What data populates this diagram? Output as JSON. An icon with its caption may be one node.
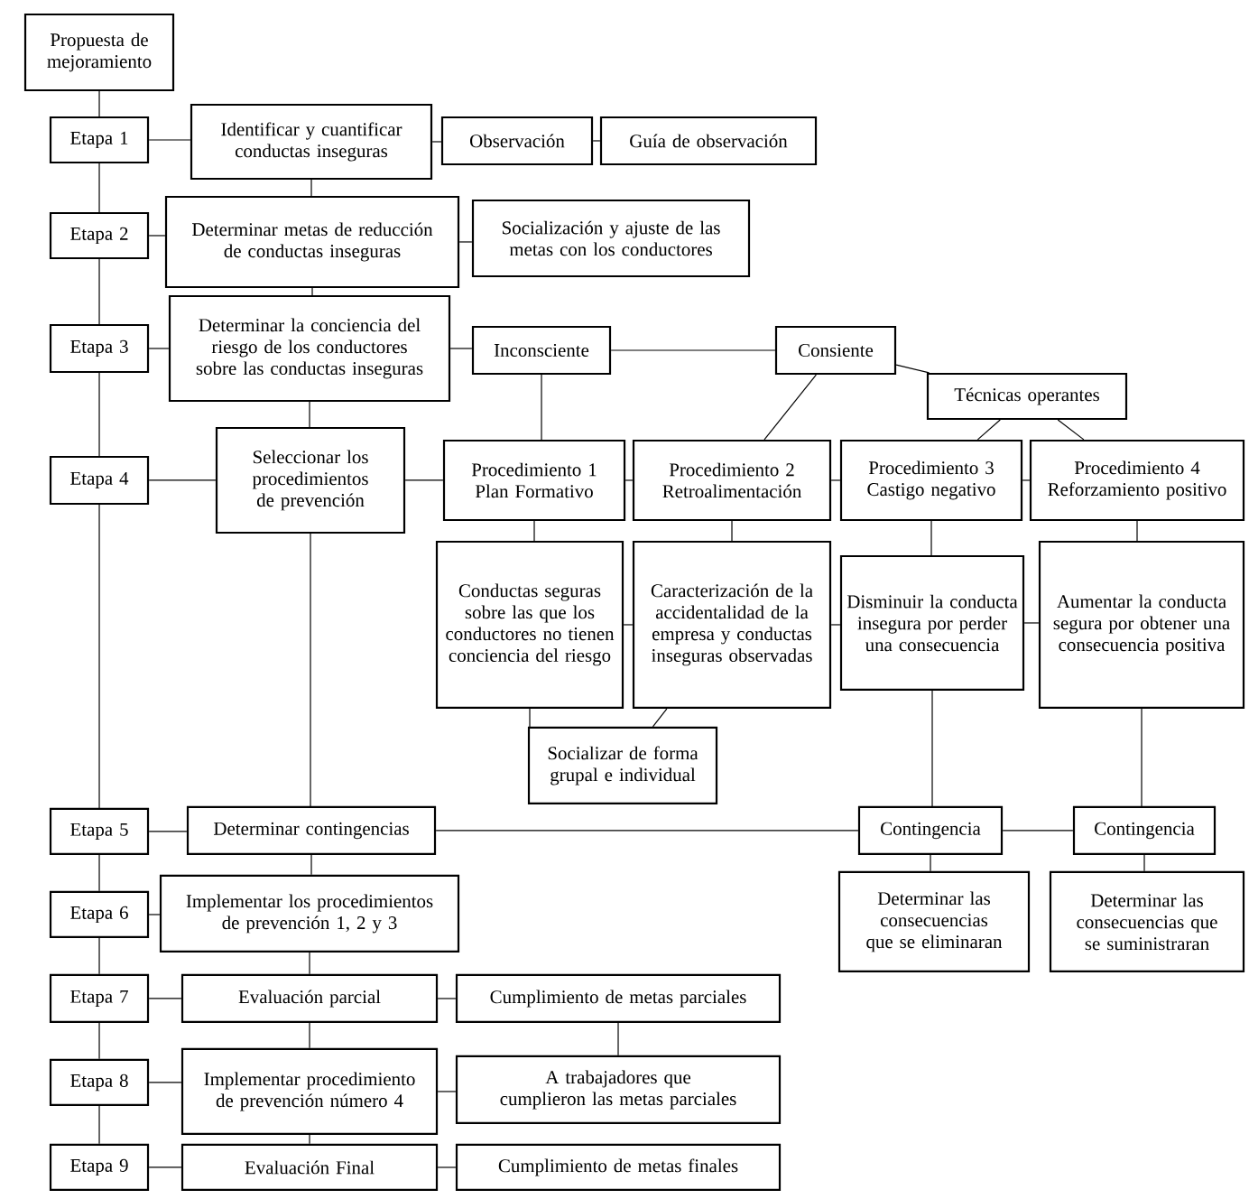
{
  "diagram": {
    "nodes": [
      {
        "text": [
          "Propuesta de mejoramiento"
        ]
      },
      {
        "text": [
          "Etapa 1"
        ]
      },
      {
        "text": [
          "Identificar y cuantificar conductas inseguras"
        ]
      },
      {
        "text": [
          "Observación"
        ]
      },
      {
        "text": [
          "Guía de observación"
        ]
      },
      {
        "text": [
          "Etapa 2"
        ]
      },
      {
        "text": [
          "Determinar metas de reducción de conductas inseguras"
        ]
      },
      {
        "text": [
          "Socialización y ajuste de las metas con los conductores"
        ]
      },
      {
        "text": [
          "Etapa 3"
        ]
      },
      {
        "text": [
          "Determinar la conciencia del riesgo de los conductores sobre las conductas inseguras"
        ]
      },
      {
        "text": [
          "Inconsciente"
        ]
      },
      {
        "text": [
          "Consiente"
        ]
      },
      {
        "text": [
          "Técnicas operantes"
        ]
      },
      {
        "text": [
          "Etapa 4"
        ]
      },
      {
        "text": [
          "Seleccionar los procedimientos de prevención"
        ]
      },
      {
        "text": [
          "Procedimiento 1 Plan Formativo"
        ]
      },
      {
        "text": [
          "Procedimiento 2 Retroalimentación"
        ]
      },
      {
        "text": [
          "Procedimiento 3 Castigo negativo"
        ]
      },
      {
        "text": [
          "Procedimiento 4 Reforzamiento positivo"
        ]
      },
      {
        "text": [
          "Conductas seguras sobre las que los conductores no tienen conciencia del riesgo"
        ]
      },
      {
        "text": [
          "Caracterización de la accidentalidad de la empresa y conductas inseguras observadas"
        ]
      },
      {
        "text": [
          "Disminuir la conducta insegura por perder una consecuencia"
        ]
      },
      {
        "text": [
          "Aumentar la conducta segura por obtener una consecuencia positiva"
        ]
      },
      {
        "text": [
          "Socializar de forma grupal e individual"
        ]
      },
      {
        "text": [
          "Etapa 5"
        ]
      },
      {
        "text": [
          "Determinar contingencias"
        ]
      },
      {
        "text": [
          "Contingencia"
        ]
      },
      {
        "text": [
          "Contingencia"
        ]
      },
      {
        "text": [
          "Etapa 6"
        ]
      },
      {
        "text": [
          "Implementar los procedimientos de prevención 1, 2 y 3"
        ]
      },
      {
        "text": [
          "Determinar las consecuencias que se eliminaran"
        ]
      },
      {
        "text": [
          "Determinar las consecuencias que se suministraran"
        ]
      },
      {
        "text": [
          "Etapa 7"
        ]
      },
      {
        "text": [
          "Evaluación parcial"
        ]
      },
      {
        "text": [
          "Cumplimiento de metas parciales"
        ]
      },
      {
        "text": [
          "Etapa 8"
        ]
      },
      {
        "text": [
          "Implementar procedimiento de prevención número 4"
        ]
      },
      {
        "text": [
          "A trabajadores que cumplieron las metas parciales"
        ]
      },
      {
        "text": [
          "Etapa 9"
        ]
      },
      {
        "text": [
          "Evaluación Final"
        ]
      },
      {
        "text": [
          "Cumplimiento de metas finales"
        ]
      }
    ],
    "edges": [
      {
        "from": 0,
        "to": 1,
        "arrow": "none"
      },
      {
        "from": 1,
        "to": 5,
        "arrow": "none"
      },
      {
        "from": 5,
        "to": 8,
        "arrow": "none"
      },
      {
        "from": 8,
        "to": 13,
        "arrow": "none"
      },
      {
        "from": 13,
        "to": 24,
        "arrow": "none"
      },
      {
        "from": 24,
        "to": 28,
        "arrow": "none"
      },
      {
        "from": 28,
        "to": 32,
        "arrow": "none"
      },
      {
        "from": 32,
        "to": 35,
        "arrow": "none"
      },
      {
        "from": 35,
        "to": 38,
        "arrow": "none"
      },
      {
        "from": 1,
        "to": 2,
        "arrow": "none"
      },
      {
        "from": 2,
        "to": 3,
        "arrow": "none"
      },
      {
        "from": 3,
        "to": 4,
        "arrow": "none"
      },
      {
        "from": 2,
        "to": 6,
        "arrow": "none"
      },
      {
        "from": 5,
        "to": 6,
        "arrow": "none"
      },
      {
        "from": 6,
        "to": 7,
        "arrow": "none"
      },
      {
        "from": 6,
        "to": 9,
        "arrow": "none"
      },
      {
        "from": 8,
        "to": 9,
        "arrow": "none"
      },
      {
        "from": 9,
        "to": 10,
        "arrow": "none"
      },
      {
        "from": 10,
        "to": 11,
        "arrow": "none"
      },
      {
        "from": 9,
        "to": 14,
        "arrow": "none"
      },
      {
        "from": 10,
        "to": 15,
        "arrow": "none"
      },
      {
        "from": 11,
        "to": 16,
        "arrow": "none"
      },
      {
        "from": 11,
        "to": 12,
        "arrow": "none"
      },
      {
        "from": 12,
        "to": 17,
        "arrow": "none"
      },
      {
        "from": 12,
        "to": 18,
        "arrow": "none"
      },
      {
        "from": 13,
        "to": 14,
        "arrow": "none"
      },
      {
        "from": 14,
        "to": 15,
        "arrow": "none"
      },
      {
        "from": 15,
        "to": 16,
        "arrow": "none"
      },
      {
        "from": 16,
        "to": 17,
        "arrow": "none"
      },
      {
        "from": 17,
        "to": 18,
        "arrow": "none"
      },
      {
        "from": 15,
        "to": 19,
        "arrow": "none"
      },
      {
        "from": 16,
        "to": 20,
        "arrow": "none"
      },
      {
        "from": 17,
        "to": 21,
        "arrow": "none"
      },
      {
        "from": 18,
        "to": 22,
        "arrow": "none"
      },
      {
        "from": 19,
        "to": 20,
        "arrow": "none"
      },
      {
        "from": 20,
        "to": 21,
        "arrow": "none"
      },
      {
        "from": 21,
        "to": 22,
        "arrow": "none"
      },
      {
        "from": 19,
        "to": 23,
        "arrow": "none"
      },
      {
        "from": 20,
        "to": 23,
        "arrow": "none"
      },
      {
        "from": 14,
        "to": 25,
        "arrow": "none"
      },
      {
        "from": 24,
        "to": 25,
        "arrow": "none"
      },
      {
        "from": 25,
        "to": 26,
        "arrow": "none"
      },
      {
        "from": 26,
        "to": 27,
        "arrow": "none"
      },
      {
        "from": 21,
        "to": 26,
        "arrow": "none"
      },
      {
        "from": 22,
        "to": 27,
        "arrow": "none"
      },
      {
        "from": 26,
        "to": 30,
        "arrow": "none"
      },
      {
        "from": 27,
        "to": 31,
        "arrow": "none"
      },
      {
        "from": 25,
        "to": 29,
        "arrow": "none"
      },
      {
        "from": 28,
        "to": 29,
        "arrow": "none"
      },
      {
        "from": 29,
        "to": 33,
        "arrow": "none"
      },
      {
        "from": 32,
        "to": 33,
        "arrow": "none"
      },
      {
        "from": 33,
        "to": 34,
        "arrow": "none"
      },
      {
        "from": 33,
        "to": 36,
        "arrow": "none"
      },
      {
        "from": 34,
        "to": 37,
        "arrow": "none"
      },
      {
        "from": 35,
        "to": 36,
        "arrow": "none"
      },
      {
        "from": 36,
        "to": 37,
        "arrow": "none"
      },
      {
        "from": 36,
        "to": 39,
        "arrow": "none"
      },
      {
        "from": 38,
        "to": 39,
        "arrow": "none"
      },
      {
        "from": 39,
        "to": 40,
        "arrow": "none"
      }
    ]
  }
}
